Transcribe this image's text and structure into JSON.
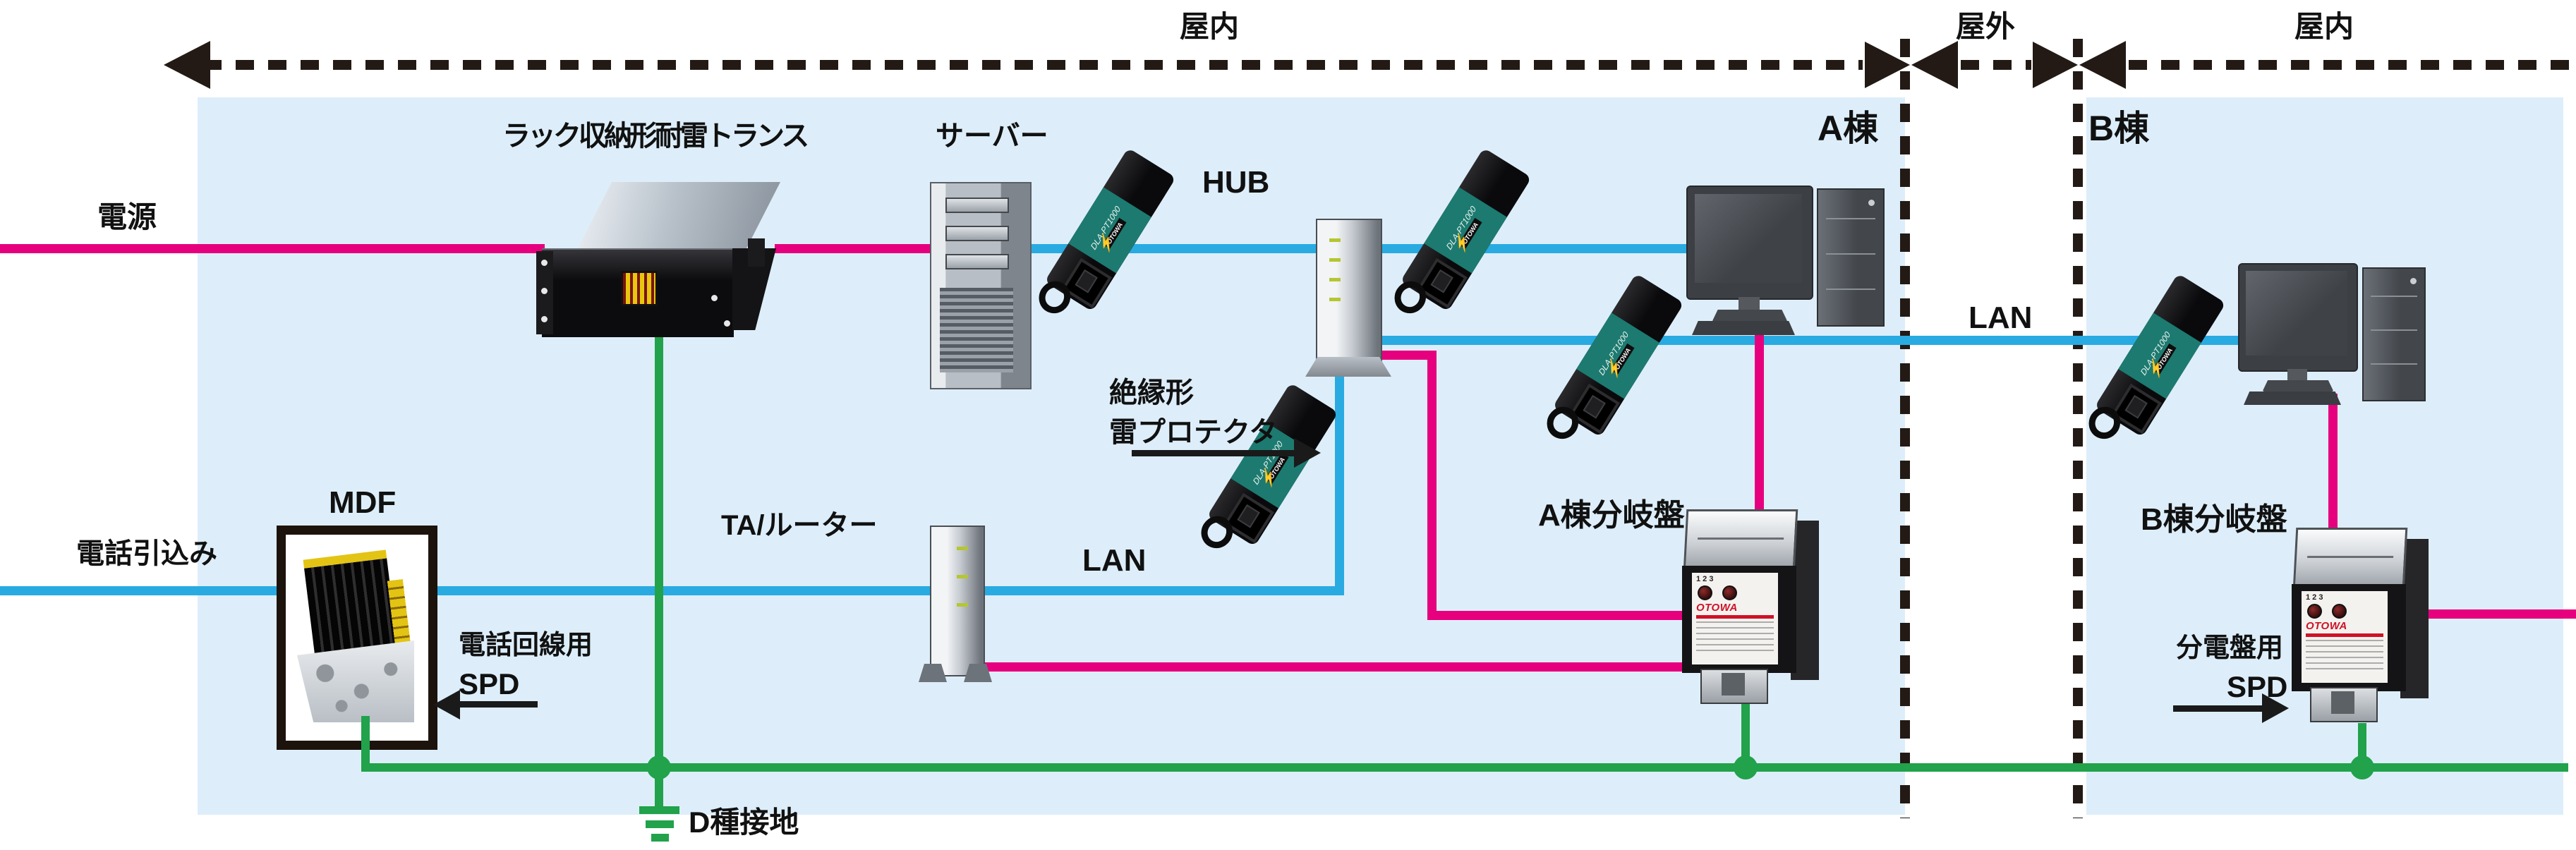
{
  "zones": {
    "indoor_left": "屋内",
    "outdoor": "屋外",
    "indoor_right": "屋内",
    "building_a": "A棟",
    "building_b": "B棟"
  },
  "feeds": {
    "power": "電源",
    "phone": "電話引込み"
  },
  "equipment": {
    "transformer": "ラック収納形耐雷トランス",
    "server": "サーバー",
    "hub": "HUB",
    "mdf": "MDF",
    "ta_router": "TA/ルーター",
    "panel_a": "A棟分岐盤",
    "panel_b": "B棟分岐盤"
  },
  "annotations": {
    "insulated_protector_line1": "絶縁形",
    "insulated_protector_line2": "雷プロテクタ",
    "lan_indoor": "LAN",
    "lan_outdoor": "LAN",
    "phone_spd_line1": "電話回線用",
    "phone_spd_line2": "SPD",
    "panel_spd_line1": "分電盤用",
    "panel_spd_line2": "SPD",
    "ground": "D種接地"
  },
  "devices": {
    "lan_protector": {
      "model": "DLA-PT1000",
      "brand": "OTOWA",
      "bolt": "⚡"
    },
    "power_spd": {
      "brand": "OTOWA",
      "terminals": "1   2   3"
    }
  },
  "colors": {
    "power_line": "#e6007e",
    "lan_line": "#29abe2",
    "ground_line": "#21a24b",
    "indoor_bg": "#ddeefa",
    "protector_label": "#1d7a70"
  }
}
